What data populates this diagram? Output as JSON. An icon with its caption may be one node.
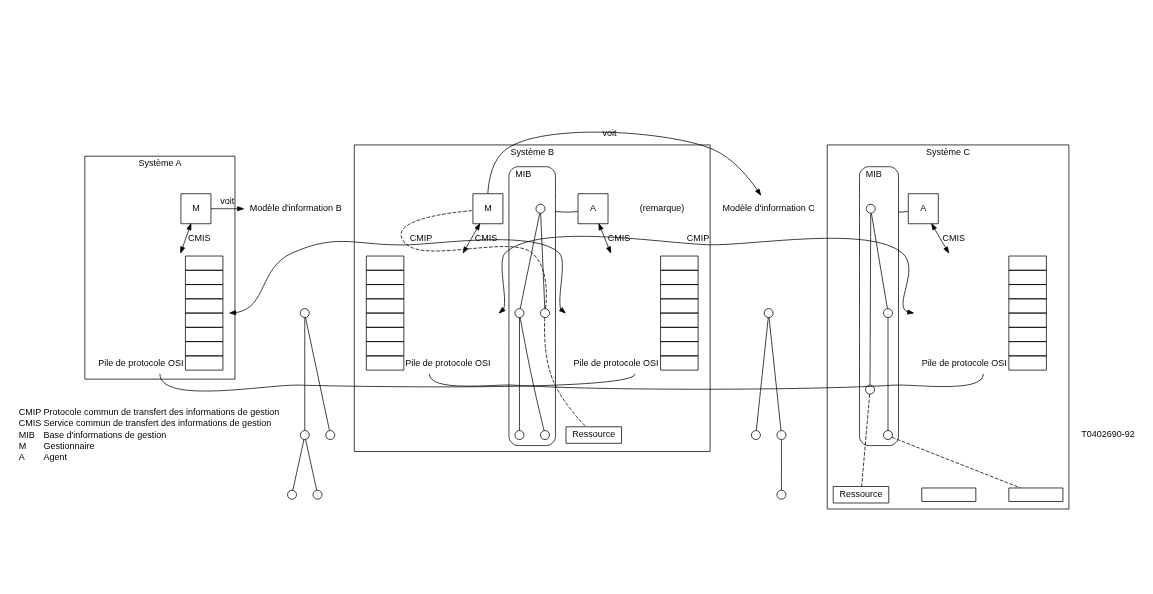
{
  "diagram": {
    "nodes": [
      {
        "text": [
          "Système A"
        ]
      },
      {
        "text": [
          "M"
        ],
        "in": 0
      },
      {
        "text": [
          "Pile de protocole OSI"
        ],
        "in": 0
      },
      {
        "text": [
          "Modèle d'information B"
        ]
      },
      {
        "text": [],
        "shape": "circle"
      },
      {
        "text": [],
        "shape": "circle"
      },
      {
        "text": [],
        "shape": "circle"
      },
      {
        "text": [],
        "shape": "circle"
      },
      {
        "text": [],
        "shape": "circle"
      },
      {
        "text": [
          "Système B"
        ]
      },
      {
        "text": [
          "A"
        ],
        "in": 9
      },
      {
        "text": [
          "MIB"
        ],
        "in": 9
      },
      {
        "text": [],
        "shape": "circle",
        "in": 11
      },
      {
        "text": [],
        "shape": "circle",
        "in": 11
      },
      {
        "text": [],
        "shape": "circle",
        "in": 11
      },
      {
        "text": [],
        "shape": "circle",
        "in": 11
      },
      {
        "text": [],
        "shape": "circle",
        "in": 11
      },
      {
        "text": [
          "M"
        ],
        "in": 9
      },
      {
        "text": [
          "Pile de protocole OSI"
        ],
        "in": 9
      },
      {
        "text": [
          "Pile de protocole OSI"
        ],
        "in": 9
      },
      {
        "text": [
          "Ressource"
        ],
        "in": 9
      },
      {
        "text": [
          "Modèle d'information C"
        ]
      },
      {
        "text": [],
        "shape": "circle"
      },
      {
        "text": [],
        "shape": "circle"
      },
      {
        "text": [],
        "shape": "circle"
      },
      {
        "text": [],
        "shape": "circle"
      },
      {
        "text": [
          "Système C"
        ]
      },
      {
        "text": [
          "A"
        ],
        "in": 26
      },
      {
        "text": [
          "MIB"
        ],
        "in": 26
      },
      {
        "text": [],
        "shape": "circle",
        "in": 28
      },
      {
        "text": [],
        "shape": "circle",
        "in": 28
      },
      {
        "text": [],
        "shape": "circle",
        "in": 28
      },
      {
        "text": [],
        "shape": "circle",
        "in": 28
      },
      {
        "text": [
          "Pile de protocole OSI"
        ],
        "in": 26
      },
      {
        "text": [],
        "shape": "box",
        "in": 26
      },
      {
        "text": [],
        "shape": "box",
        "in": 26
      },
      {
        "text": [
          "Ressource"
        ],
        "in": 26
      }
    ],
    "edges": [
      {
        "from": 4,
        "to": 5,
        "arrow": "none"
      },
      {
        "from": 4,
        "to": 6,
        "arrow": "none"
      },
      {
        "from": 5,
        "to": 7,
        "arrow": "none"
      },
      {
        "from": 5,
        "to": 8,
        "arrow": "none"
      },
      {
        "from": 12,
        "to": 13,
        "arrow": "none"
      },
      {
        "from": 12,
        "to": 14,
        "arrow": "none"
      },
      {
        "from": 13,
        "to": 15,
        "arrow": "none"
      },
      {
        "from": 13,
        "to": 16,
        "arrow": "none"
      },
      {
        "from": 22,
        "to": 23,
        "arrow": "none"
      },
      {
        "from": 22,
        "to": 24,
        "arrow": "none"
      },
      {
        "from": 24,
        "to": 25,
        "arrow": "none"
      },
      {
        "from": 29,
        "to": 30,
        "arrow": "none"
      },
      {
        "from": 29,
        "to": 31,
        "arrow": "none"
      },
      {
        "from": 31,
        "to": 32,
        "arrow": "none"
      },
      {
        "from": 1,
        "to": 3,
        "label": "voit",
        "arrow": "to"
      },
      {
        "from": 1,
        "to": 2,
        "label": "CMIS",
        "arrow": "both"
      },
      {
        "from": 2,
        "to": 18,
        "label": "CMIP",
        "arrow": "both"
      },
      {
        "from": 2,
        "to": 18,
        "arrow": "none"
      },
      {
        "from": 10,
        "to": 11,
        "arrow": "none"
      },
      {
        "from": 10,
        "to": 18,
        "label": "CMIS",
        "arrow": "both"
      },
      {
        "from": 14,
        "to": 17,
        "arrow": "none",
        "style": "dashed"
      },
      {
        "from": 14,
        "to": 20,
        "arrow": "none",
        "style": "dashed"
      },
      {
        "from": 17,
        "to": 21,
        "label": "voit",
        "arrow": "to"
      },
      {
        "from": 17,
        "to": 19,
        "label": "CMIS",
        "arrow": "both"
      },
      {
        "from": 19,
        "to": 33,
        "label": "CMIP",
        "arrow": "both"
      },
      {
        "from": 19,
        "to": 33,
        "arrow": "none"
      },
      {
        "from": 27,
        "to": 28,
        "arrow": "none"
      },
      {
        "from": 27,
        "to": 33,
        "label": "CMIS",
        "arrow": "both"
      },
      {
        "from": 30,
        "to": 36,
        "arrow": "none",
        "style": "dashed"
      },
      {
        "from": 32,
        "to": 35,
        "arrow": "none",
        "style": "dashed"
      }
    ],
    "labels": [
      "(remarque)",
      "T0402690-92",
      "CMIP",
      "Protocole commun de transfert des informations de gestion",
      "CMIS",
      "Service commun de transfert des informations de gestion",
      "MIB",
      "Base d'informations de gestion",
      "M",
      "Gestionnaire",
      "A",
      "Agent"
    ]
  }
}
